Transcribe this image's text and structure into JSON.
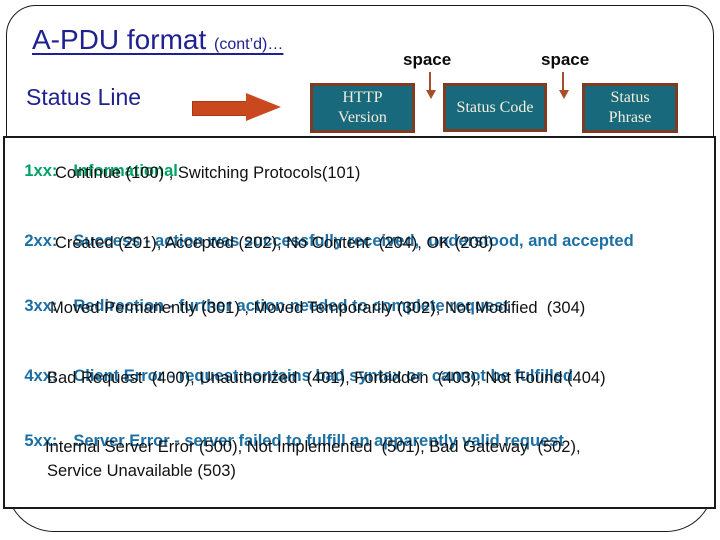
{
  "header": {
    "title": "A-PDU format ",
    "title_suffix": "(cont’d)…"
  },
  "diagram": {
    "status_line_label": "Status Line",
    "space_labels": [
      "space",
      "space"
    ],
    "boxes": [
      {
        "name": "http-version",
        "lines": [
          "HTTP",
          "Version"
        ]
      },
      {
        "name": "status-code",
        "lines": [
          "Status Code"
        ]
      },
      {
        "name": "status-phrase",
        "lines": [
          "Status",
          "Phrase"
        ]
      }
    ]
  },
  "sections": [
    {
      "code": "1xx:",
      "heading": "Informational",
      "color": "#00a164",
      "details": [
        "Continue (100) , Switching Protocols(101)"
      ]
    },
    {
      "code": "2xx:",
      "heading": "Success - action was successfully received,  understood, and accepted",
      "color": "#1c6fa4",
      "details": [
        "Created (201), Accepted (202), No Content  (204), OK (200)"
      ]
    },
    {
      "code": "3xx:",
      "heading": "Redirection - further action needed to complete request",
      "color": "#1c6fa4",
      "details": [
        "Moved Permanently (301) , Moved Temporarily (302), Not Modified  (304)"
      ]
    },
    {
      "code": "4xx:",
      "heading": "Client Error - request contains bad syntax or  cannot be fulfilled",
      "color": "#1c6fa4",
      "details": [
        "Bad Request  (400), Unauthorized  (401), Forbidden  (403), Not Found (404)"
      ]
    },
    {
      "code": "5xx:",
      "heading": "Server Error - server failed to fulfill an apparently valid request",
      "color": "#1c6fa4",
      "details": [
        "Internal Server Error (500), Not Implemented  (501), Bad Gateway  (502),",
        "Service Unavailable (503)"
      ]
    }
  ],
  "colors": {
    "navy": "#1f2190",
    "body_blue": "#1c6fa4",
    "body_green": "#00a164",
    "body_black": "#111111",
    "teal_box": "#19697c",
    "box_border": "#7e3d22",
    "orange_arrow": "#c9481d",
    "orange_arrow_dark": "#a73a12",
    "space_arrow": "#a64e2a",
    "frame_black": "#1a1a1a"
  }
}
